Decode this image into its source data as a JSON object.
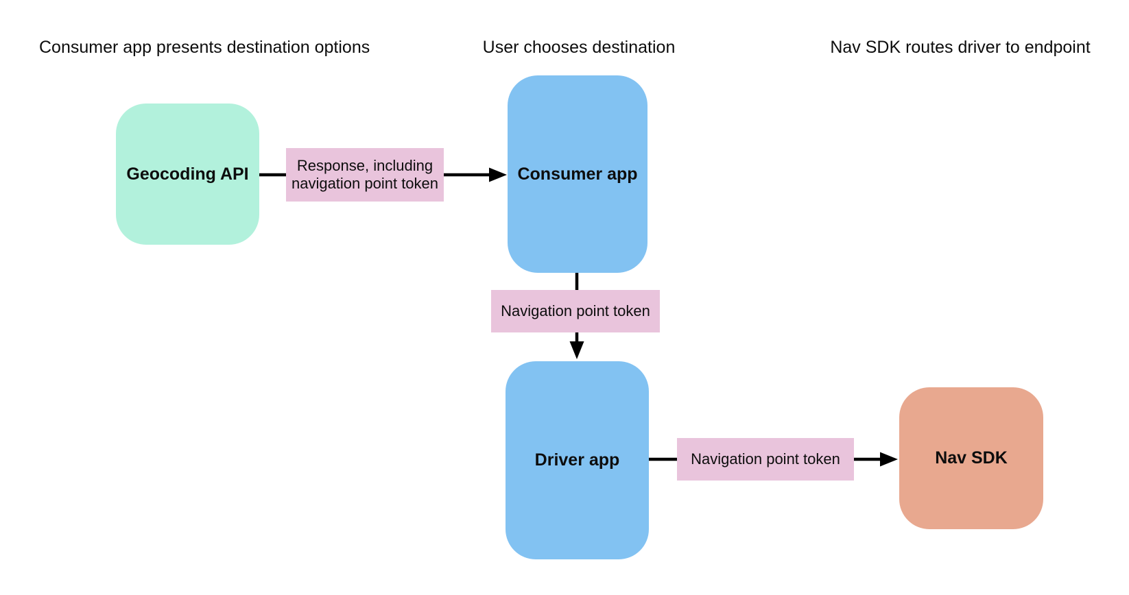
{
  "diagram": {
    "headers": [
      {
        "text": "Consumer app presents destination options"
      },
      {
        "text": "User chooses destination"
      },
      {
        "text": "Nav SDK routes driver to endpoint"
      }
    ],
    "nodes": [
      {
        "id": "geocoding-api",
        "label": "Geocoding API",
        "color": "#b2f1dc"
      },
      {
        "id": "consumer-app",
        "label": "Consumer app",
        "color": "#82c2f2"
      },
      {
        "id": "driver-app",
        "label": "Driver app",
        "color": "#82c2f2"
      },
      {
        "id": "nav-sdk",
        "label": "Nav SDK",
        "color": "#e8a88f"
      }
    ],
    "edges": [
      {
        "from": "Geocoding API",
        "to": "Consumer app",
        "label": "Response, including navigation point token",
        "label_color": "#e9c4dc"
      },
      {
        "from": "Consumer app",
        "to": "Driver app",
        "label": "Navigation point token",
        "label_color": "#e9c4dc"
      },
      {
        "from": "Driver app",
        "to": "Nav SDK",
        "label": "Navigation point token",
        "label_color": "#e9c4dc"
      }
    ],
    "colors": {
      "background": "#ffffff",
      "arrow": "#000000",
      "text": "#0d0d0d"
    }
  }
}
